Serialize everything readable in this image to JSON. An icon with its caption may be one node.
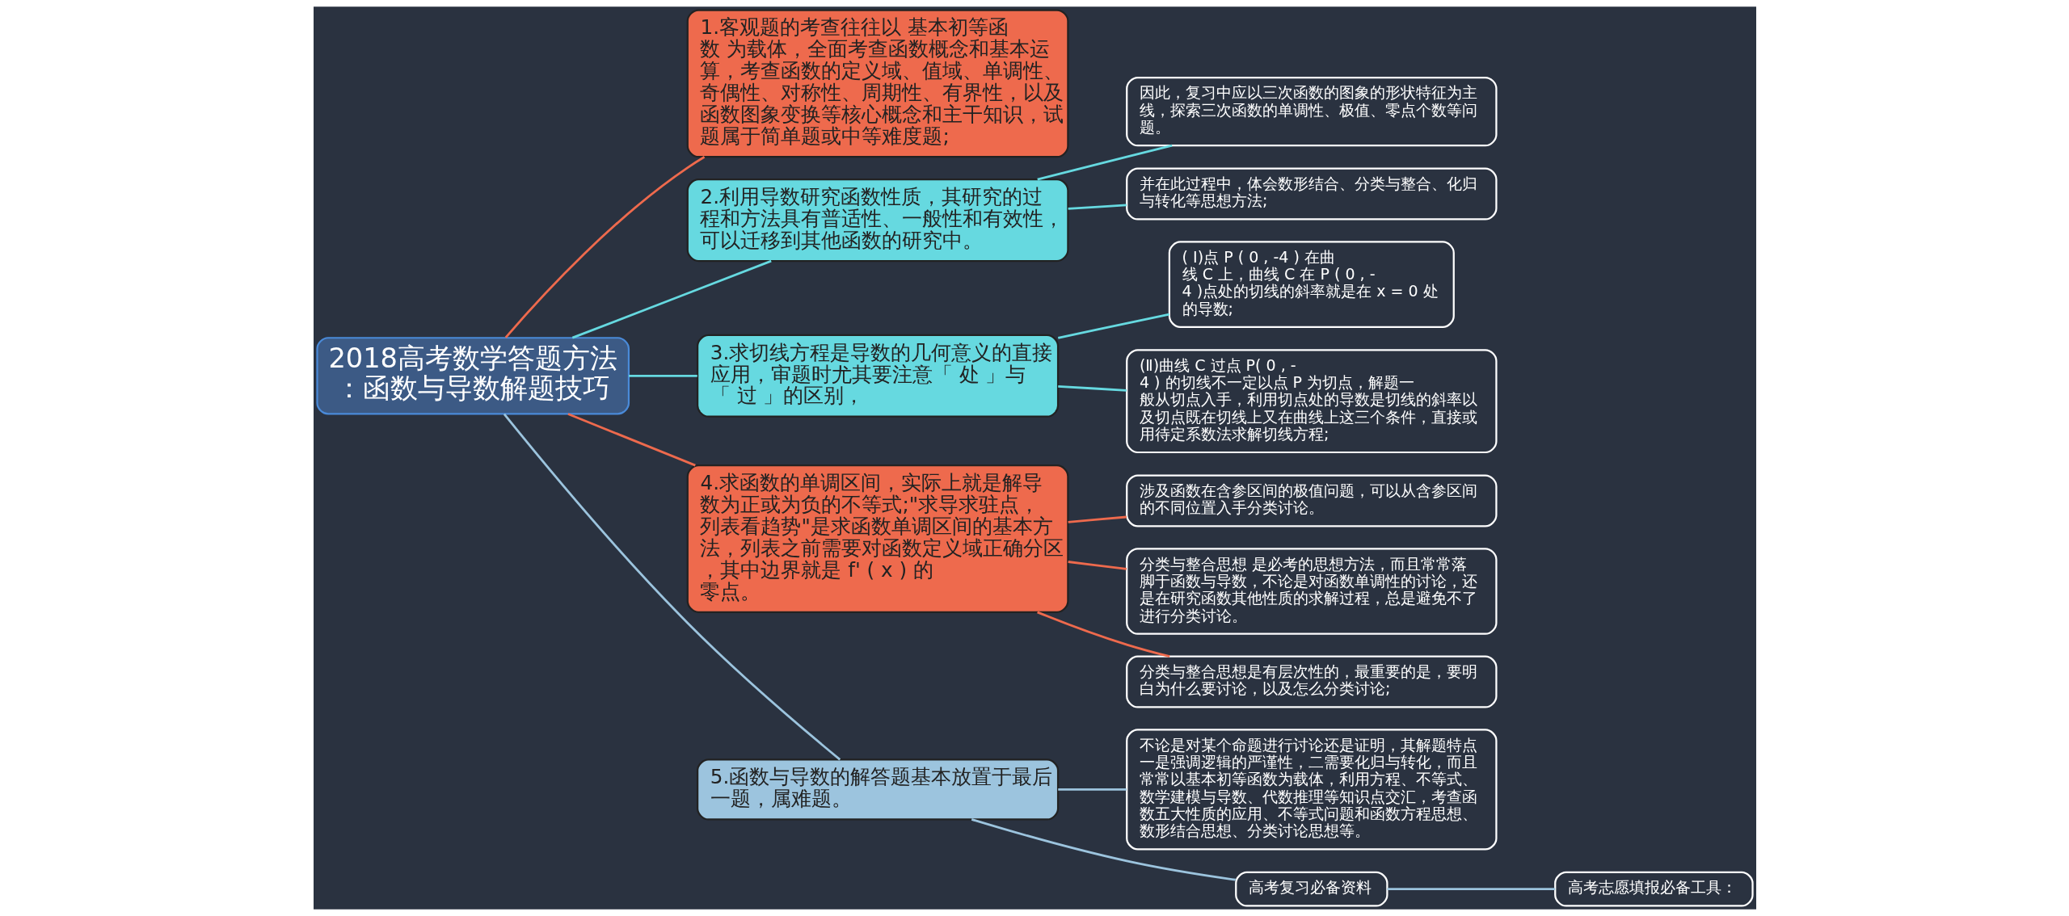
{
  "diagram": {
    "nodes": [
      {
        "text": [
          "2018高考数学答题方法：函数与导数解题技巧"
        ]
      },
      {
        "text": [
          "1.客观题的考查往往以 基本初等函数 为载体，全面考查函数概念和基本运算，考查函数的定义域、值域、单调性、奇偶性、对称性、周期性、有界性，以及函数图象变换等核心概念和主干知识，试题属于简单题或中等难度题;"
        ]
      },
      {
        "text": [
          "2.利用导数研究函数性质，其研究的过程和方法具有普适性、一般性和有效性，可以迁移到其他函数的研究中。"
        ]
      },
      {
        "text": [
          "因此，复习中应以三次函数的图象的形状特征为主线，探索三次函数的单调性、极值、零点个数等问题。"
        ]
      },
      {
        "text": [
          "并在此过程中，体会数形结合、分类与整合、化归与转化等思想方法;"
        ]
      },
      {
        "text": [
          "3.求切线方程是导数的几何意义的直接应用，审题时尤其要注意「 处 」与「 过 」的区别，"
        ]
      },
      {
        "text": [
          "( Ⅰ)点 P ( 0 , -4 ) 在曲线 C 上，曲线 C 在 P ( 0 , -4 )点处的切线的斜率就是在 x = 0 处的导数;"
        ]
      },
      {
        "text": [
          "(Ⅱ)曲线 C 过点 P( 0 , -4 ) 的切线不一定以点 P 为切点，解题一般从切点入手，利用切点处的导数是切线的斜率以及切点既在切线上又在曲线上这三个条件，直接或用待定系数法求解切线方程;"
        ]
      },
      {
        "text": [
          "4.求函数的单调区间，实际上就是解导数为正或为负的不等式;\"求导求驻点，列表看趋势\"是求函数单调区间的基本方法，列表之前需要对函数定义域正确分区，其中边界就是 f' ( x ) 的零点。"
        ]
      },
      {
        "text": [
          "涉及函数在含参区间的极值问题，可以从含参区间的不同位置入手分类讨论。"
        ]
      },
      {
        "text": [
          "分类与整合思想 是必考的思想方法，而且常常落脚于函数与导数，不论是对函数单调性的讨论，还是在研究函数其他性质的求解过程，总是避免不了进行分类讨论。"
        ]
      },
      {
        "text": [
          "分类与整合思想是有层次性的，最重要的是，要明白为什么要讨论，以及怎么分类讨论;"
        ]
      },
      {
        "text": [
          "5.函数与导数的解答题基本放置于最后一题，属难题。"
        ]
      },
      {
        "text": [
          "不论是对某个命题进行讨论还是证明，其解题特点一是强调逻辑的严谨性，二需要化归与转化，而且常常以基本初等函数为载体，利用方程、不等式、数学建模与导数、代数推理等知识点交汇，考查函数五大性质的应用、不等式问题和函数方程思想、数形结合思想、分类讨论思想等。"
        ]
      },
      {
        "text": [
          "高考复习必备资料"
        ]
      },
      {
        "text": [
          "高考志愿填报必备工具："
        ]
      }
    ],
    "edges": [
      {
        "from": 0,
        "to": 1,
        "arrow": "none",
        "color": "#ee6a4d"
      },
      {
        "from": 0,
        "to": 2,
        "arrow": "none",
        "color": "#66d9e0"
      },
      {
        "from": 2,
        "to": 3,
        "arrow": "none",
        "color": "#66d9e0"
      },
      {
        "from": 2,
        "to": 4,
        "arrow": "none",
        "color": "#66d9e0"
      },
      {
        "from": 0,
        "to": 5,
        "arrow": "none",
        "color": "#66d9e0"
      },
      {
        "from": 5,
        "to": 6,
        "arrow": "none",
        "color": "#66d9e0"
      },
      {
        "from": 5,
        "to": 7,
        "arrow": "none",
        "color": "#66d9e0"
      },
      {
        "from": 0,
        "to": 8,
        "arrow": "none",
        "color": "#ee6a4d"
      },
      {
        "from": 8,
        "to": 9,
        "arrow": "none",
        "color": "#ee6a4d"
      },
      {
        "from": 8,
        "to": 10,
        "arrow": "none",
        "color": "#ee6a4d"
      },
      {
        "from": 8,
        "to": 11,
        "arrow": "none",
        "color": "#ee6a4d"
      },
      {
        "from": 0,
        "to": 12,
        "arrow": "none",
        "color": "#9cc4de"
      },
      {
        "from": 12,
        "to": 13,
        "arrow": "none",
        "color": "#9cc4de"
      },
      {
        "from": 12,
        "to": 14,
        "arrow": "none",
        "color": "#9cc4de"
      },
      {
        "from": 14,
        "to": 15,
        "arrow": "none",
        "color": "#9cc4de"
      }
    ]
  }
}
